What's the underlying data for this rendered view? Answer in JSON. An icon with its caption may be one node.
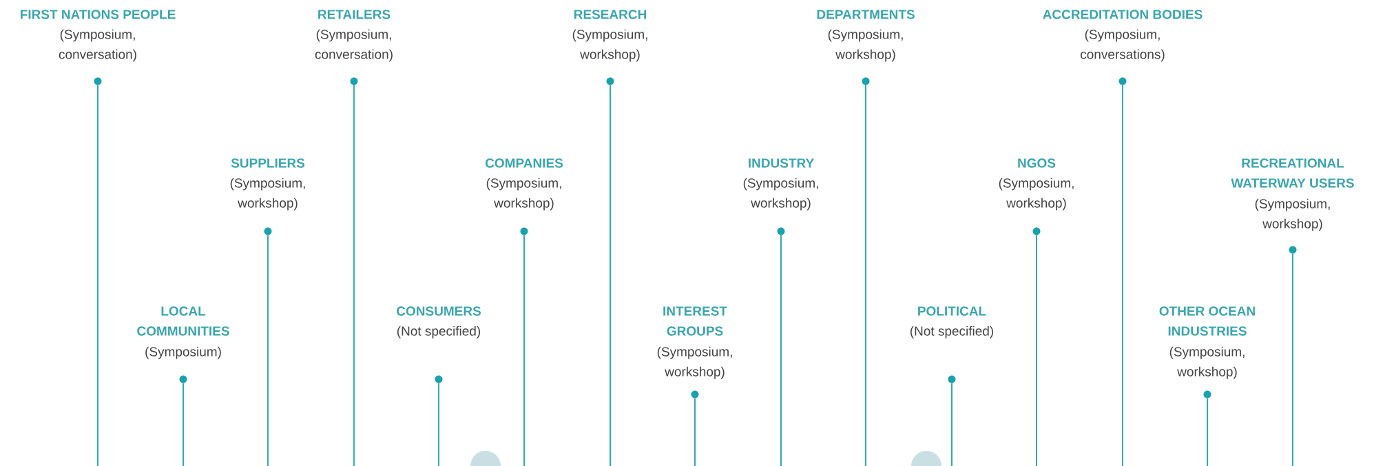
{
  "diagram": {
    "nodes": [
      {
        "text": [
          "FIRST NATIONS PEOPLE",
          "(Symposium, conversation)"
        ]
      },
      {
        "text": [
          "LOCAL COMMUNITIES",
          "(Symposium)"
        ]
      },
      {
        "text": [
          "SUPPLIERS",
          "(Symposium, workshop)"
        ]
      },
      {
        "text": [
          "RETAILERS",
          "(Symposium, conversation)"
        ]
      },
      {
        "text": [
          "CONSUMERS",
          "(Not specified)"
        ]
      },
      {
        "text": [
          "COMPANIES",
          "(Symposium, workshop)"
        ]
      },
      {
        "text": [
          "RESEARCH",
          "(Symposium, workshop)"
        ]
      },
      {
        "text": [
          "INTEREST GROUPS",
          "(Symposium, workshop)"
        ]
      },
      {
        "text": [
          "INDUSTRY",
          "(Symposium, workshop)"
        ]
      },
      {
        "text": [
          "DEPARTMENTS",
          "(Symposium, workshop)"
        ]
      },
      {
        "text": [
          "POLITICAL",
          "(Not specified)"
        ]
      },
      {
        "text": [
          "NGOS",
          "(Symposium, workshop)"
        ]
      },
      {
        "text": [
          "ACCREDITATION BODIES",
          "(Symposium, conversations)"
        ]
      },
      {
        "text": [
          "OTHER OCEAN INDUSTRIES",
          "(Symposium, workshop)"
        ]
      },
      {
        "text": [
          "RECREATIONAL WATERWAY USERS",
          "(Symposium, workshop)"
        ]
      },
      {
        "text": [],
        "shape": "circle"
      },
      {
        "text": [],
        "shape": "circle"
      },
      {
        "text": [],
        "shape": "circle"
      },
      {
        "text": [],
        "shape": "circle"
      },
      {
        "text": [],
        "shape": "circle"
      },
      {
        "text": [],
        "shape": "circle"
      },
      {
        "text": [],
        "shape": "circle"
      },
      {
        "text": [],
        "shape": "circle"
      },
      {
        "text": [],
        "shape": "circle"
      },
      {
        "text": [],
        "shape": "circle"
      },
      {
        "text": [],
        "shape": "circle"
      },
      {
        "text": [],
        "shape": "circle"
      },
      {
        "text": [],
        "shape": "circle"
      },
      {
        "text": [],
        "shape": "circle"
      },
      {
        "text": [],
        "shape": "circle"
      }
    ],
    "edges": [
      {
        "from": 15,
        "to": null,
        "arrow": "none"
      },
      {
        "from": 16,
        "to": null,
        "arrow": "none"
      },
      {
        "from": 17,
        "to": null,
        "arrow": "none"
      },
      {
        "from": 18,
        "to": null,
        "arrow": "none"
      },
      {
        "from": 19,
        "to": null,
        "arrow": "none"
      },
      {
        "from": 20,
        "to": null,
        "arrow": "none"
      },
      {
        "from": 21,
        "to": null,
        "arrow": "none"
      },
      {
        "from": 22,
        "to": null,
        "arrow": "none"
      },
      {
        "from": 23,
        "to": null,
        "arrow": "none"
      },
      {
        "from": 24,
        "to": null,
        "arrow": "none"
      },
      {
        "from": 25,
        "to": null,
        "arrow": "none"
      },
      {
        "from": 26,
        "to": null,
        "arrow": "none"
      },
      {
        "from": 27,
        "to": null,
        "arrow": "none"
      },
      {
        "from": 28,
        "to": null,
        "arrow": "none"
      },
      {
        "from": 29,
        "to": null,
        "arrow": "none"
      }
    ]
  }
}
